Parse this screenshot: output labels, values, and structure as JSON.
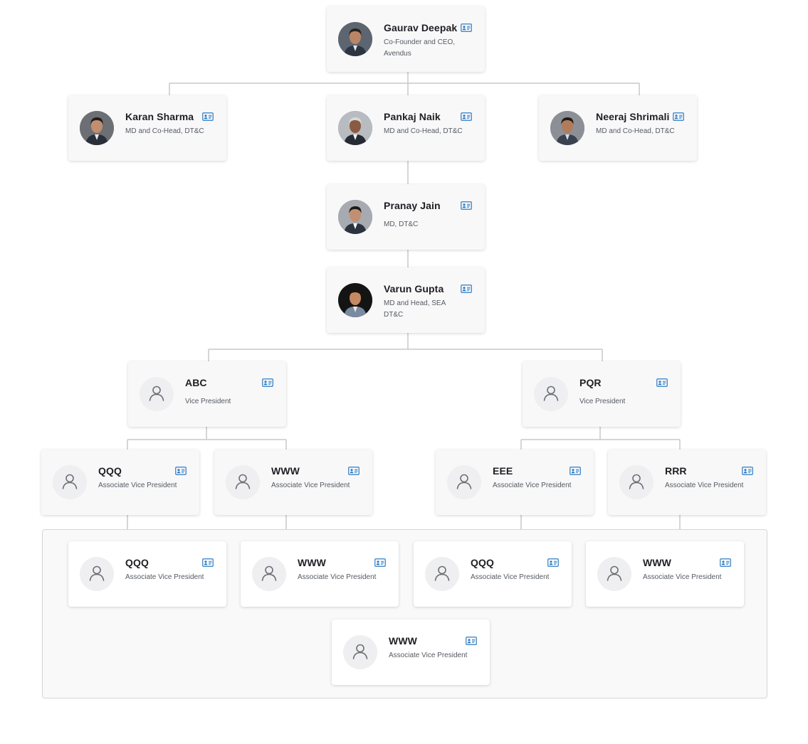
{
  "org_chart": {
    "members": [
      {
        "id": "gaurav",
        "name": "Gaurav Deepak",
        "role": "Co-Founder and CEO, Avendus",
        "avatar": "photo"
      },
      {
        "id": "karan",
        "name": "Karan Sharma",
        "role": "MD and Co-Head, DT&C",
        "avatar": "photo"
      },
      {
        "id": "pankaj",
        "name": "Pankaj Naik",
        "role": "MD and Co-Head, DT&C",
        "avatar": "photo"
      },
      {
        "id": "neeraj",
        "name": "Neeraj Shrimali",
        "role": "MD and Co-Head, DT&C",
        "avatar": "photo"
      },
      {
        "id": "pranay",
        "name": "Pranay Jain",
        "role": "MD, DT&C",
        "avatar": "photo"
      },
      {
        "id": "varun",
        "name": "Varun Gupta",
        "role": "MD and Head, SEA DT&C",
        "avatar": "photo"
      },
      {
        "id": "abc",
        "name": "ABC",
        "role": "Vice President",
        "avatar": "placeholder"
      },
      {
        "id": "pqr",
        "name": "PQR",
        "role": "Vice President",
        "avatar": "placeholder"
      },
      {
        "id": "qqq1",
        "name": "QQQ",
        "role": "Associate Vice President",
        "avatar": "placeholder"
      },
      {
        "id": "www1",
        "name": "WWW",
        "role": "Associate Vice President",
        "avatar": "placeholder"
      },
      {
        "id": "eee",
        "name": "EEE",
        "role": "Associate Vice President",
        "avatar": "placeholder"
      },
      {
        "id": "rrr",
        "name": "RRR",
        "role": "Associate Vice President",
        "avatar": "placeholder"
      },
      {
        "id": "qqq2",
        "name": "QQQ",
        "role": "Associate Vice President",
        "avatar": "placeholder"
      },
      {
        "id": "www2",
        "name": "WWW",
        "role": "Associate Vice President",
        "avatar": "placeholder"
      },
      {
        "id": "qqq3",
        "name": "QQQ",
        "role": "Associate Vice President",
        "avatar": "placeholder"
      },
      {
        "id": "www3",
        "name": "WWW",
        "role": "Associate Vice President",
        "avatar": "placeholder"
      },
      {
        "id": "www4",
        "name": "WWW",
        "role": "Associate Vice President",
        "avatar": "placeholder"
      }
    ]
  },
  "icons": {
    "contact_card": "contact-card-icon",
    "placeholder_avatar": "user-outline-icon"
  },
  "colors": {
    "icon_accent": "#2f7cc4",
    "connector": "#c9c9c9",
    "card_background": "#f8f8f9"
  }
}
